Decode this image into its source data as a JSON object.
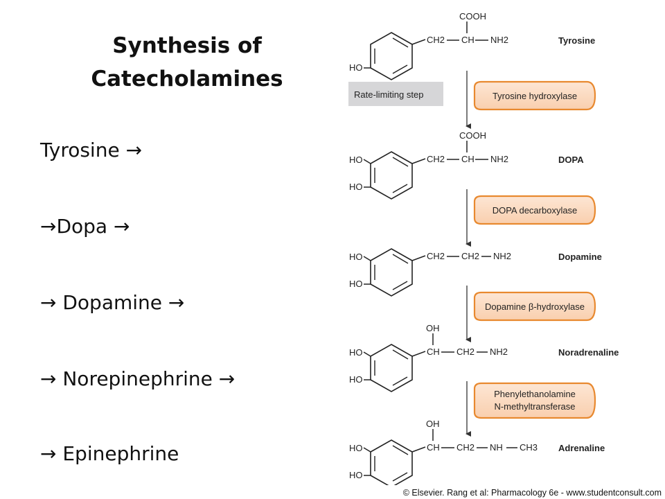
{
  "title": {
    "line1": "Synthesis of",
    "line2": "Catecholamines"
  },
  "steps": [
    "Tyrosine →",
    "→Dopa →",
    "→ Dopamine →",
    "→ Norepinephrine →",
    "→ Epinephrine"
  ],
  "diagram": {
    "rate_limiting_label": "Rate-limiting step",
    "molecules": {
      "tyrosine": {
        "name": "Tyrosine",
        "top_group": "COOH",
        "ch2": "CH2",
        "ch": "CH",
        "nh2": "NH2",
        "ho": "HO"
      },
      "dopa": {
        "name": "DOPA",
        "top_group": "COOH",
        "ch2": "CH2",
        "ch": "CH",
        "nh2": "NH2",
        "ho1": "HO",
        "ho2": "HO"
      },
      "dopamine": {
        "name": "Dopamine",
        "ch2a": "CH2",
        "ch2b": "CH2",
        "nh2": "NH2",
        "ho1": "HO",
        "ho2": "HO"
      },
      "noradrenaline": {
        "name": "Noradrenaline",
        "top_group": "OH",
        "ch": "CH",
        "ch2": "CH2",
        "nh2": "NH2",
        "ho1": "HO",
        "ho2": "HO"
      },
      "adrenaline": {
        "name": "Adrenaline",
        "top_group": "OH",
        "ch": "CH",
        "ch2": "CH2",
        "nh": "NH",
        "ch3": "CH3",
        "ho1": "HO",
        "ho2": "HO"
      }
    },
    "enzymes": {
      "e1": "Tyrosine hydroxylase",
      "e2": "DOPA decarboxylase",
      "e3": "Dopamine β-hydroxylase",
      "e4_line1": "Phenylethanolamine",
      "e4_line2": "N-methyltransferase"
    },
    "colors": {
      "enzyme_fill": "#fbdcc6",
      "enzyme_stroke": "#e8892f",
      "rate_box": "#d6d6d8"
    }
  },
  "credit": "© Elsevier. Rang et al: Pharmacology 6e - www.studentconsult.com"
}
